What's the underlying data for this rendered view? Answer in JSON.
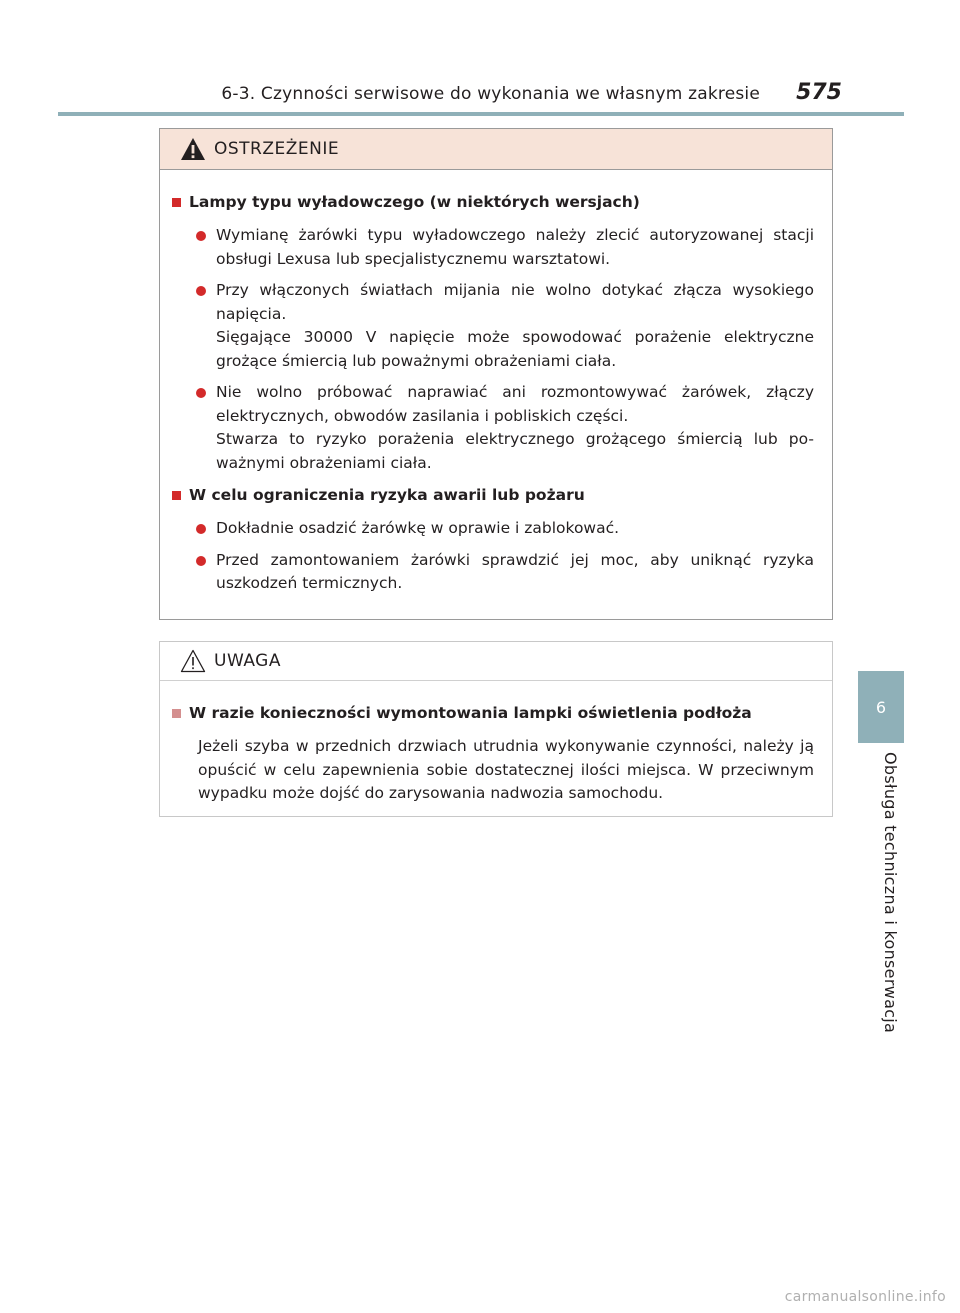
{
  "header": {
    "section_title": "6-3. Czynności serwisowe do wykonania we własnym zakresie",
    "page_number": "575"
  },
  "side_tab": {
    "chapter_number": "6",
    "chapter_title": "Obsługa techniczna i konserwacja"
  },
  "warning_box": {
    "title": "OSTRZEŻENIE",
    "sections": [
      {
        "heading": "Lampy typu wyładowczego (w niektórych wersjach)",
        "items": [
          [
            "Wymianę żarówki typu wyładowczego należy zlecić autoryzowanej stacji obsługi Lexusa lub specjalistycznemu warsztatowi."
          ],
          [
            "Przy włączonych światłach mijania nie wolno dotykać złącza wysokiego napięcia.",
            "Sięgające 30000 V napięcie może spowodować porażenie elektryczne grożące śmiercią lub poważnymi obrażeniami ciała."
          ],
          [
            "Nie wolno próbować naprawiać ani rozmontowywać żarówek, złączy elektrycznych, obwodów zasilania i pobliskich części.",
            "Stwarza to ryzyko porażenia elektrycznego grożącego śmiercią lub po-ważnymi obrażeniami ciała."
          ]
        ]
      },
      {
        "heading": "W celu ograniczenia ryzyka awarii lub pożaru",
        "items": [
          [
            "Dokładnie osadzić żarówkę w oprawie i zablokować."
          ],
          [
            "Przed zamontowaniem żarówki sprawdzić jej moc, aby uniknąć ryzyka uszkodzeń termicznych."
          ]
        ]
      }
    ]
  },
  "notice_box": {
    "title": "UWAGA",
    "heading": "W razie konieczności wymontowania lampki oświetlenia podłoża",
    "text": "Jeżeli szyba w przednich drzwiach utrudnia wykonywanie czynności, należy ją opuścić w celu zapewnienia sobie dostatecznej ilości miejsca. W przeciwnym wypadku może dojść do zarysowania nadwozia samochodu."
  },
  "watermark": "carmanualsonline.info",
  "colors": {
    "accent": "#8fb0b8",
    "warning_header_bg": "#f7e3d8",
    "bullet_red": "#d32a2a"
  }
}
